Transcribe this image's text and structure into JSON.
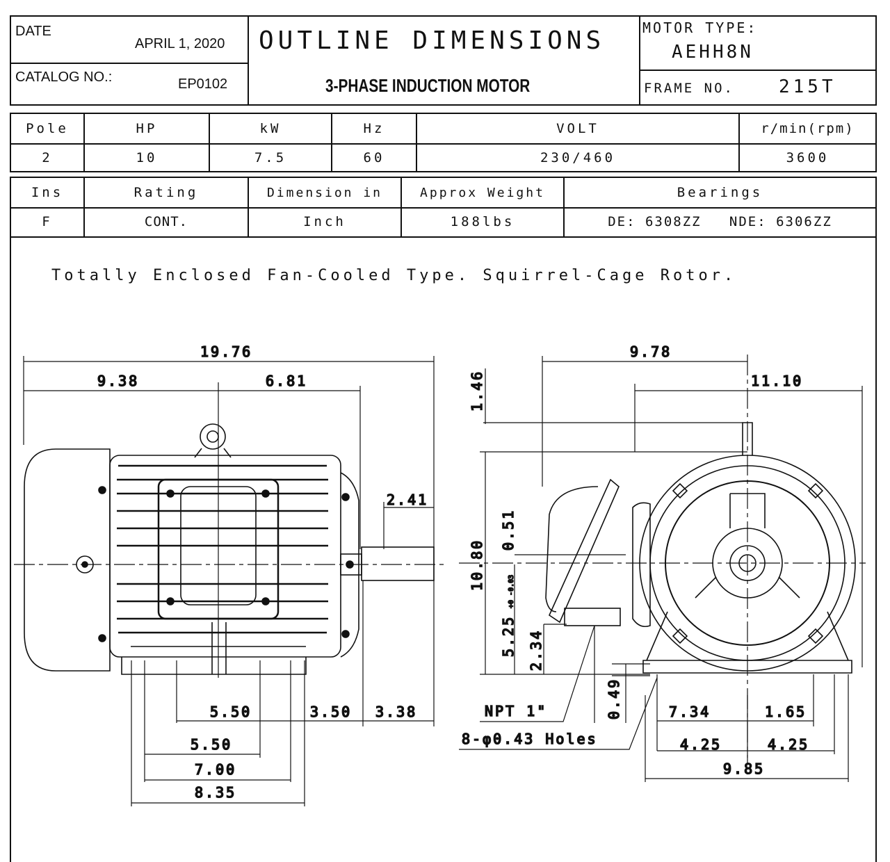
{
  "title_block": {
    "date_label": "DATE",
    "date_value": "APRIL 1, 2020",
    "catalog_label": "CATALOG NO.:",
    "catalog_value": "EP0102",
    "title": "OUTLINE DIMENSIONS",
    "subtitle": "3-PHASE INDUCTION MOTOR",
    "motor_type_label": "MOTOR TYPE:",
    "motor_type_value": "AEHH8N",
    "frame_label": "FRAME NO.",
    "frame_value": "215T"
  },
  "spec_table_1": {
    "headers": [
      "Pole",
      "HP",
      "kW",
      "Hz",
      "VOLT",
      "r/min(rpm)"
    ],
    "values": [
      "2",
      "10",
      "7.5",
      "60",
      "230/460",
      "3600"
    ]
  },
  "spec_table_2": {
    "headers": [
      "Ins",
      "Rating",
      "Dimension in",
      "Approx Weight",
      "Bearings"
    ],
    "values": [
      "F",
      "CONT.",
      "Inch",
      "188lbs",
      "DE: 6308ZZ   NDE: 6306ZZ"
    ]
  },
  "note": "Totally Enclosed Fan-Cooled Type. Squirrel-Cage Rotor.",
  "side_view": {
    "overall_length": "19.76",
    "fan_to_center": "9.38",
    "center_to_shaft": "6.81",
    "shaft_length": "2.41",
    "base_5_50_upper": "5.50",
    "foot_to_end": "3.50",
    "shaft_ext": "3.38",
    "base_5_50_lower": "5.50",
    "base_7_00": "7.00",
    "base_8_35": "8.35"
  },
  "end_view": {
    "width_9_78": "9.78",
    "width_11_10": "11.10",
    "height_1_46": "1.46",
    "height_10_80": "10.80",
    "height_0_51": "0.51",
    "shaft_height": "5.25",
    "shaft_tol": "+0 -0.03",
    "height_2_34": "2.34",
    "foot_0_49": "0.49",
    "npt": "NPT 1\"",
    "holes": "8-φ0.43 Holes",
    "dim_7_34": "7.34",
    "dim_1_65": "1.65",
    "dim_4_25_left": "4.25",
    "dim_4_25_right": "4.25",
    "dim_9_85": "9.85"
  }
}
